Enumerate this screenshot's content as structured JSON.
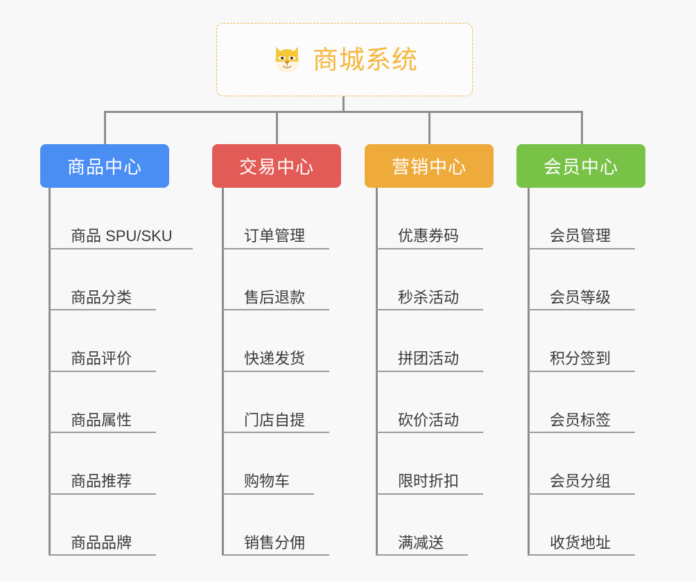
{
  "root": {
    "title": "商城系统",
    "icon": "shiba-dog-face-icon",
    "border_color": "#f0b44a",
    "text_color": "#f5b73d"
  },
  "connector_color": "#8d8d8d",
  "background_color": "#f8f8f8",
  "branches": [
    {
      "label": "商品中心",
      "color": "#4a8ef4",
      "items": [
        "商品 SPU/SKU",
        "商品分类",
        "商品评价",
        "商品属性",
        "商品推荐",
        "商品品牌"
      ]
    },
    {
      "label": "交易中心",
      "color": "#e35b56",
      "items": [
        "订单管理",
        "售后退款",
        "快递发货",
        "门店自提",
        "购物车",
        "销售分佣"
      ]
    },
    {
      "label": "营销中心",
      "color": "#eeab3b",
      "items": [
        "优惠券码",
        "秒杀活动",
        "拼团活动",
        "砍价活动",
        "限时折扣",
        "满减送"
      ]
    },
    {
      "label": "会员中心",
      "color": "#78c247",
      "items": [
        "会员管理",
        "会员等级",
        "积分签到",
        "会员标签",
        "会员分组",
        "收货地址"
      ]
    }
  ]
}
